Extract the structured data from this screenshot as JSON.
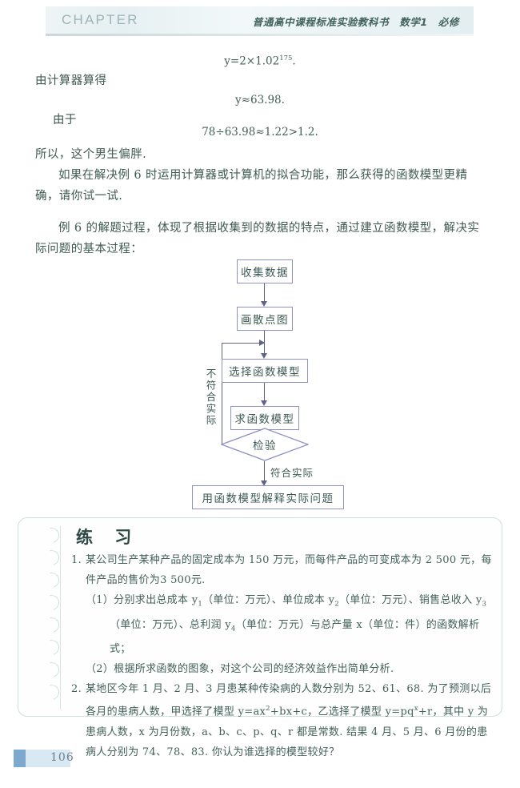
{
  "header": {
    "chapter_word": "CHAPTER",
    "title": "普通高中课程标准实验教科书　数学1　必修"
  },
  "content": {
    "equation_1": "y=2×1.02",
    "equation_1_exp": "175",
    "equation_1_end": ".",
    "line_calc_label": "由计算器算得",
    "equation_2": "y≈63.98.",
    "line_since": "由于",
    "equation_3": "78÷63.98≈1.22>1.2.",
    "line_conclusion": "所以，这个男生偏胖.",
    "para_fit": "如果在解决例 6 时运用计算器或计算机的拟合功能，那么获得的函数模型更精确，请你试一试.",
    "para_process": "例 6 的解题过程，体现了根据收集到的数据的特点，通过建立函数模型，解决实际问题的基本过程："
  },
  "flowchart": {
    "nodes": [
      {
        "id": "collect",
        "label": "收集数据"
      },
      {
        "id": "scatter",
        "label": "画散点图"
      },
      {
        "id": "choose",
        "label": "选择函数模型"
      },
      {
        "id": "solve",
        "label": "求函数模型"
      },
      {
        "id": "verify",
        "label": "检验"
      },
      {
        "id": "explain",
        "label": "用函数模型解释实际问题"
      }
    ],
    "edge_label_no": "不符合实际",
    "edge_label_yes": "符合实际",
    "line_color": "#5f6487",
    "box_border_color": "#8f92c4"
  },
  "exercise": {
    "title": "练 习",
    "items": [
      {
        "number": "1.",
        "text": "某公司生产某种产品的固定成本为 150 万元，而每件产品的可变成本为 2 500 元，每件产品的售价为3 500元.",
        "subitems": [
          {
            "marker": "（1）",
            "text_a": "分别求出总成本 y",
            "sub_a": "1",
            "text_b": "（单位：万元）、单位成本 y",
            "sub_b": "2",
            "text_c": "（单位：万元）、销售总收入 y",
            "sub_c": "3",
            "text_d": "（单位：万元）、总利润 y",
            "sub_d": "4",
            "text_e": "（单位：万元）与总产量 x（单位：件）的函数解析式；"
          },
          {
            "marker": "（2）",
            "text_full": "根据所求函数的图象，对这个公司的经济效益作出简单分析."
          }
        ]
      },
      {
        "number": "2.",
        "text_a": "某地区今年 1 月、2 月、3 月患某种传染病的人数分别为 52、61、68. 为了预测以后各月的患病人数，甲选择了模型 y=ax",
        "sup_a": "2",
        "text_b": "+bx+c，乙选择了模型 y=pq",
        "sup_b": "x",
        "text_c": "+r，其中 y 为患病人数，x 为月份数，a、b、c、p、q、r 都是常数. 结果 4 月、5 月、6 月份的患病人分别为 74、78、83. 你认为谁选择的模型较好？"
      }
    ]
  },
  "footer": {
    "page_number": "106",
    "swatch_color": "#7ea9cf",
    "bar_color": "#d8e9f4"
  }
}
